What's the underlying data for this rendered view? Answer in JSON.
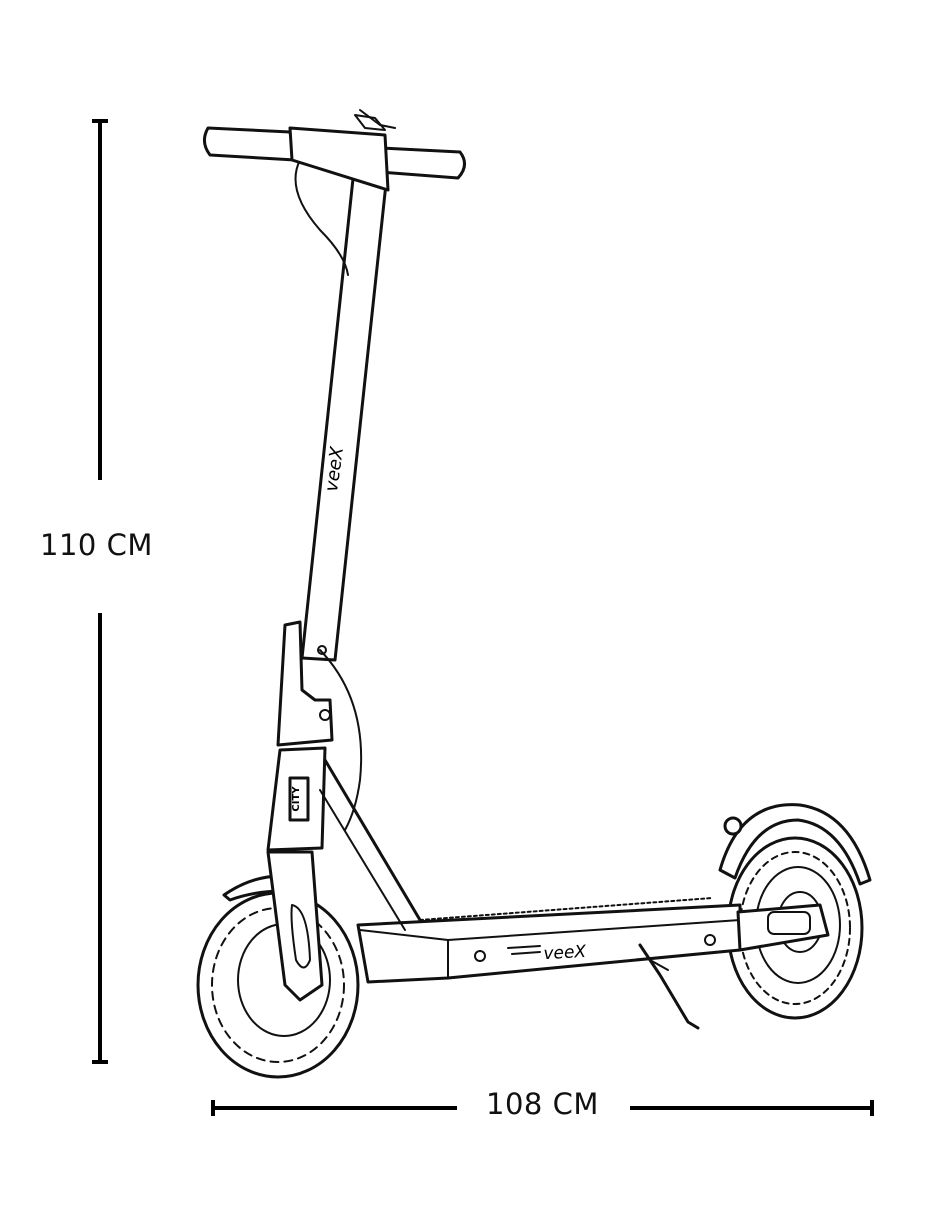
{
  "dimensions": {
    "height_label": "110 CM",
    "width_label": "108 CM"
  },
  "scooter": {
    "stem_brand": "veeX",
    "deck_brand": "veeX",
    "badge": "CITY"
  },
  "colors": {
    "line": "#111111",
    "background": "#ffffff"
  }
}
